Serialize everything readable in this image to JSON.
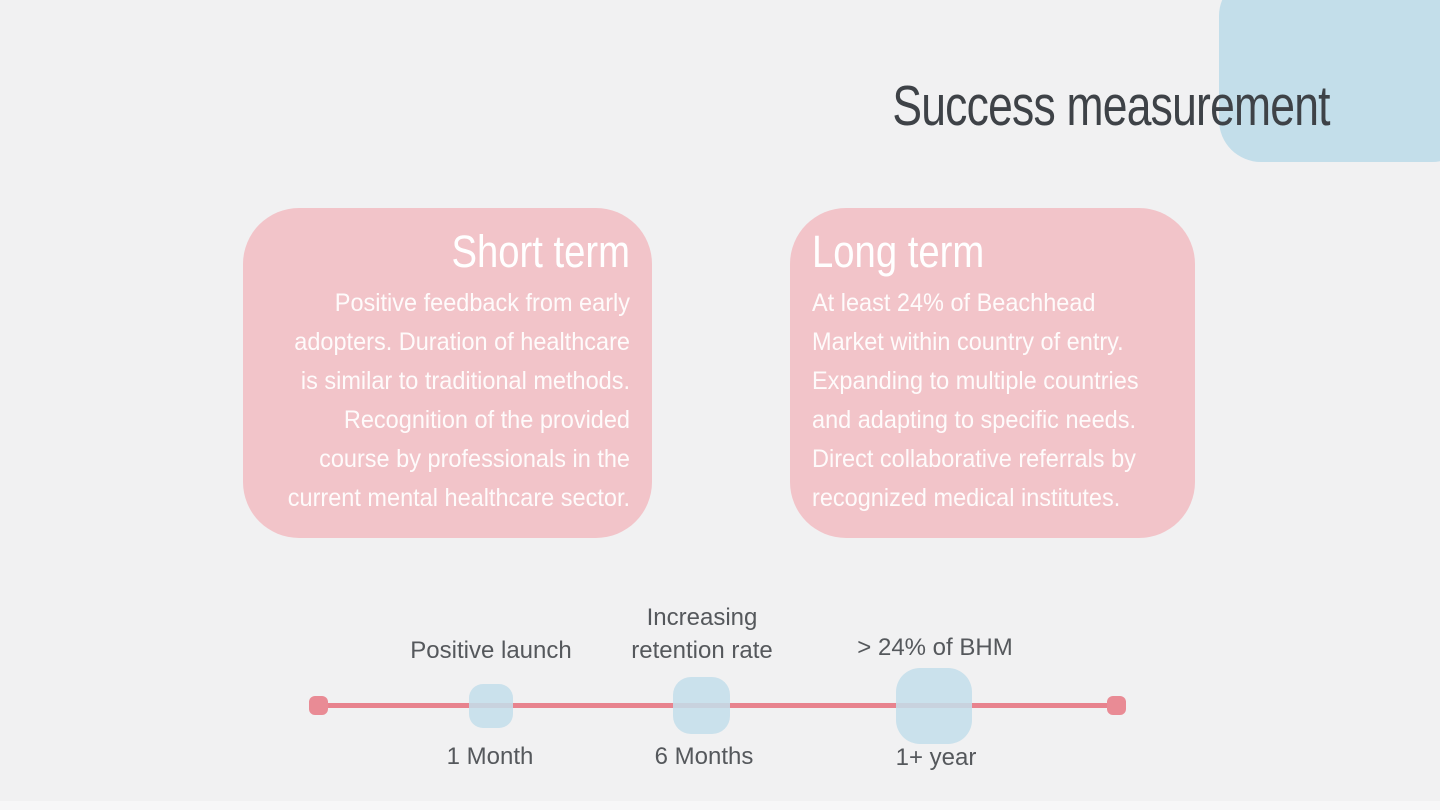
{
  "slide": {
    "title": "Success measurement",
    "colors": {
      "background": "#f1f1f2",
      "accent_blue": "#c3deea",
      "box_pink": "#f2c4c9",
      "timeline_line_red": "#e8838e",
      "timeline_cap_red": "#e98b95",
      "title_text": "#3e4247",
      "label_text": "#55585c",
      "box_text": "#ffffff"
    }
  },
  "boxes": {
    "short_term": {
      "heading": "Short term",
      "body": "Positive feedback from early\nadopters. Duration of healthcare\nis similar to traditional methods.\nRecognition of the provided\ncourse by professionals in the\ncurrent mental healthcare sector."
    },
    "long_term": {
      "heading": "Long term",
      "body": "At least 24% of Beachhead\nMarket within country of entry.\nExpanding to multiple countries\nand adapting to specific needs.\nDirect collaborative referrals by\nrecognized medical institutes."
    }
  },
  "timeline": {
    "milestones": [
      {
        "label": "Positive launch",
        "time": "1 Month"
      },
      {
        "label": "Increasing\nretention rate",
        "time": "6 Months"
      },
      {
        "label": "> 24% of BHM",
        "time": "1+ year"
      }
    ]
  }
}
